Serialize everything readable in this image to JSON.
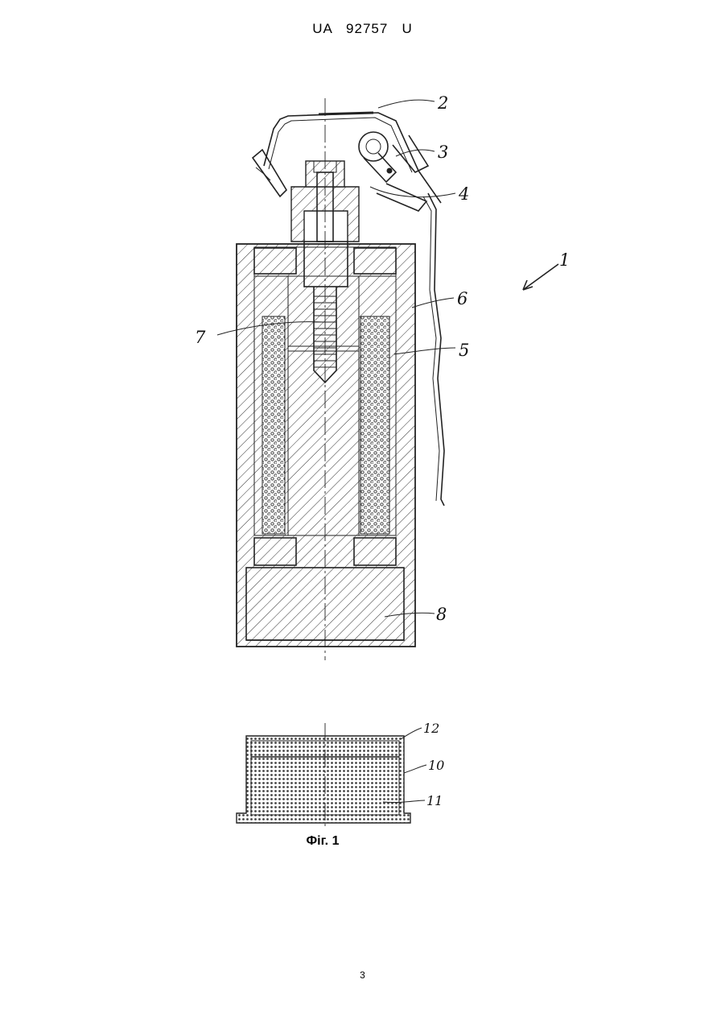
{
  "header": {
    "doc_number": "UA   92757   U"
  },
  "figure": {
    "caption": "Фіг. 1",
    "labels": {
      "l1": "1",
      "l2": "2",
      "l3": "3",
      "l4": "4",
      "l5": "5",
      "l6": "6",
      "l7": "7",
      "l8": "8",
      "l10": "10",
      "l11": "11",
      "l12": "12"
    }
  },
  "footer": {
    "page_number": "3"
  }
}
